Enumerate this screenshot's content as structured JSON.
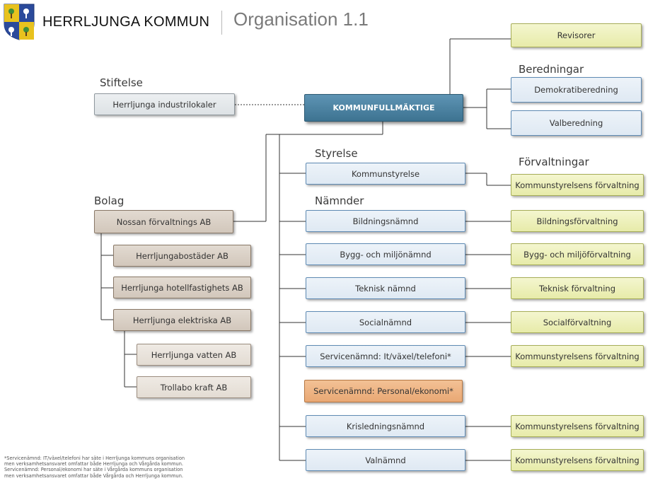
{
  "header": {
    "municipality": "HERRLJUNGA KOMMUN",
    "title": "Organisation 1.1"
  },
  "sections": {
    "stiftelse": "Stiftelse",
    "bolag": "Bolag",
    "beredningar": "Beredningar",
    "styrelse": "Styrelse",
    "namnder": "Nämnder",
    "forvaltningar": "Förvaltningar"
  },
  "center": {
    "kommunfullmaktige": "KOMMUNFULLMÄKTIGE",
    "revisorer": "Revisorer",
    "demokratiberedning": "Demokratiberedning",
    "valberedning": "Valberedning"
  },
  "stiftelse": {
    "industrilokaler": "Herrljunga industrilokaler"
  },
  "bolag": {
    "nossan": "Nossan förvaltnings AB",
    "bostader": "Herrljungabostäder AB",
    "hotell": "Herrljunga hotellfastighets AB",
    "elektriska": "Herrljunga elektriska AB",
    "vatten": "Herrljunga vatten AB",
    "trollabo": "Trollabo kraft AB"
  },
  "namnder": {
    "kommunstyrelse": "Kommunstyrelse",
    "bildning": "Bildningsnämnd",
    "bygg": "Bygg- och miljönämnd",
    "teknisk": "Teknisk nämnd",
    "social": "Socialnämnd",
    "service_it": "Servicenämnd: It/växel/telefoni*",
    "service_personal": "Servicenämnd: Personal/ekonomi*",
    "kris": "Krisledningsnämnd",
    "val": "Valnämnd"
  },
  "forvaltningar": {
    "ks": "Kommunstyrelsens förvaltning",
    "bildning": "Bildningsförvaltning",
    "bygg": "Bygg- och miljöförvaltning",
    "teknisk": "Teknisk förvaltning",
    "social": "Socialförvaltning",
    "ks_it": "Kommunstyrelsens förvaltning",
    "ks_kris": "Kommunstyrelsens förvaltning",
    "ks_val": "Kommunstyrelsens förvaltning"
  },
  "footnote": {
    "line1": "*Servicenämnd: IT/växel/telefoni har säte i Herrljunga kommuns organisation",
    "line2": "men verksamhetsansvaret omfattar både Herrljunga och Vårgårda kommun.",
    "line3": "Servicenämnd: Personal/ekonomi har säte i Vårgårda kommuns organisation",
    "line4": "men verksamhetsansvaret omfattar både Vårgårda och Herrljunga kommun."
  },
  "colors": {
    "kommunfullmaktige": "#3d7391",
    "namnd_box": "#dfe9f3",
    "forvaltning_box": "#e7eba9",
    "bolag_box": "#d2c7bb",
    "orange_box": "#e9a874",
    "logo_blue": "#2b4a9b",
    "logo_gold": "#e0b400"
  }
}
